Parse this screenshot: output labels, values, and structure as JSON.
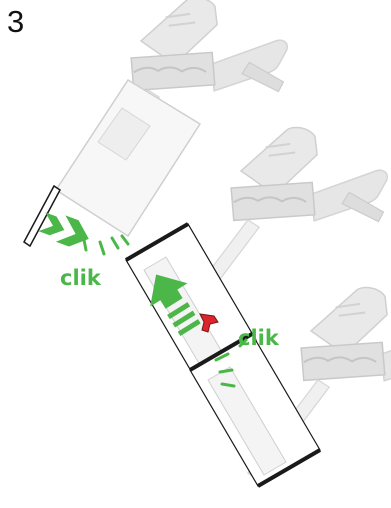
{
  "step": {
    "number": "3"
  },
  "labels": {
    "click_sound_1": "clik",
    "click_sound_2": "clik"
  },
  "colors": {
    "accent_green": "#4bb749",
    "clip_red": "#d9262c",
    "vacuum_grey": "#e3e3e3",
    "outline": "#1a1a1a"
  },
  "icons": {
    "arrow_1": "double-chevron-right-arrow-icon",
    "arrow_2": "up-arrow-with-bars-icon",
    "latch": "red-latch-icon"
  }
}
